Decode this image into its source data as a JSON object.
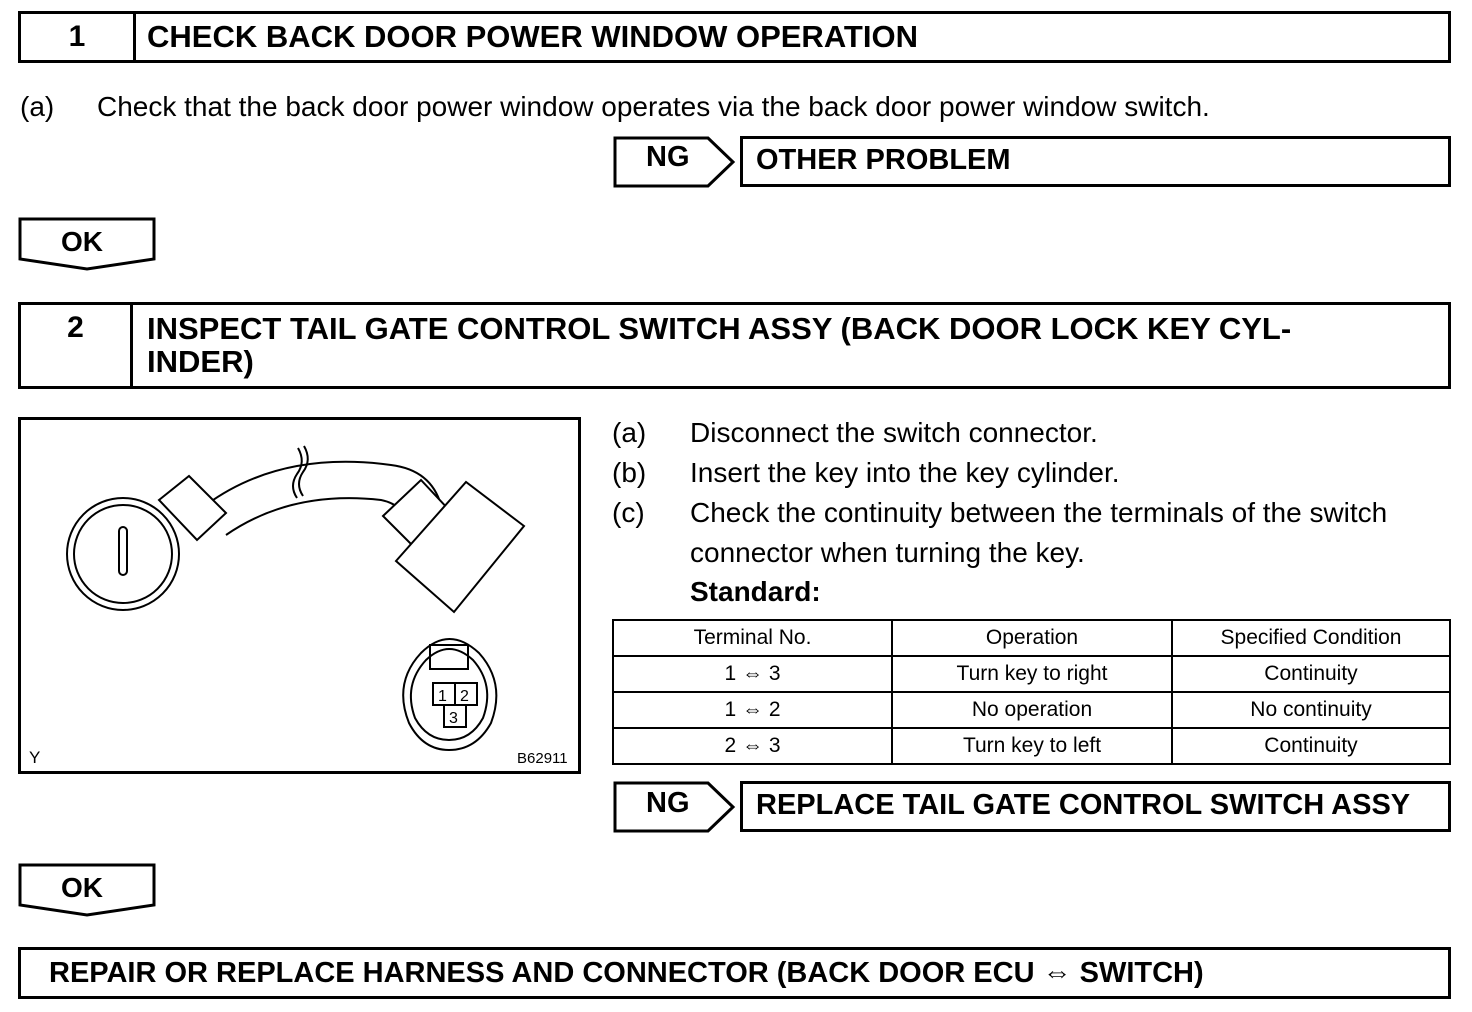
{
  "step1": {
    "number": "1",
    "title": "CHECK BACK DOOR POWER WINDOW OPERATION",
    "instruction_label": "(a)",
    "instruction_text": "Check that the back door power window operates via the back door power window switch.",
    "ng_label": "NG",
    "ng_result": "OTHER PROBLEM",
    "ok_label": "OK"
  },
  "step2": {
    "number": "2",
    "title_line1": "INSPECT TAIL GATE CONTROL SWITCH ASSY (BACK DOOR LOCK KEY CYL-",
    "title_line2": "INDER)",
    "figure": {
      "corner_code": "Y",
      "figure_id": "B62911",
      "connector_pins": [
        "1",
        "2",
        "3"
      ]
    },
    "instructions": [
      {
        "label": "(a)",
        "text": "Disconnect the switch connector."
      },
      {
        "label": "(b)",
        "text": "Insert the key into the key cylinder."
      },
      {
        "label": "(c)",
        "text_line1": "Check the continuity between the terminals of the switch",
        "text_line2": "connector when turning the key."
      }
    ],
    "standard_label": "Standard:",
    "table": {
      "headers": [
        "Terminal No.",
        "Operation",
        "Specified Condition"
      ],
      "rows": [
        [
          "1 ⇔ 3",
          "Turn key to right",
          "Continuity"
        ],
        [
          "1 ⇔ 2",
          "No operation",
          "No continuity"
        ],
        [
          "2 ⇔ 3",
          "Turn key to left",
          "Continuity"
        ]
      ]
    },
    "ng_label": "NG",
    "ng_result": "REPLACE TAIL GATE CONTROL SWITCH ASSY",
    "ok_label": "OK"
  },
  "final_step": {
    "title": "REPAIR OR REPLACE HARNESS AND CONNECTOR (BACK DOOR ECU ⇔ SWITCH)"
  }
}
